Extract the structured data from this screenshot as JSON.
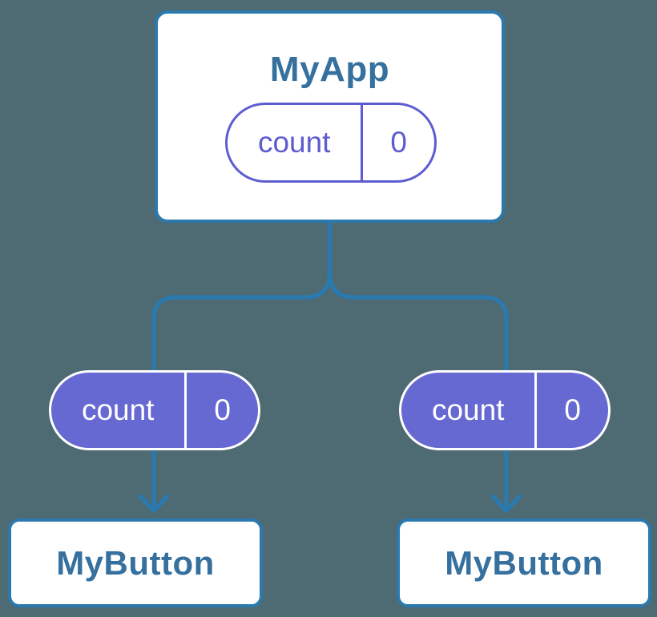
{
  "diagram": {
    "colors": {
      "background": "#4e6a73",
      "connector_blue": "#2b79ad",
      "card_title_blue": "#35709e",
      "pill_purple": "#6769d2",
      "pill_outline_purple": "#5e5cd0",
      "card_background": "#ffffff",
      "pill_text_on_purple": "#ffffff"
    },
    "root": {
      "title": "MyApp",
      "state": {
        "label": "count",
        "value": "0"
      }
    },
    "children": [
      {
        "title": "MyButton",
        "prop": {
          "label": "count",
          "value": "0"
        }
      },
      {
        "title": "MyButton",
        "prop": {
          "label": "count",
          "value": "0"
        }
      }
    ]
  }
}
